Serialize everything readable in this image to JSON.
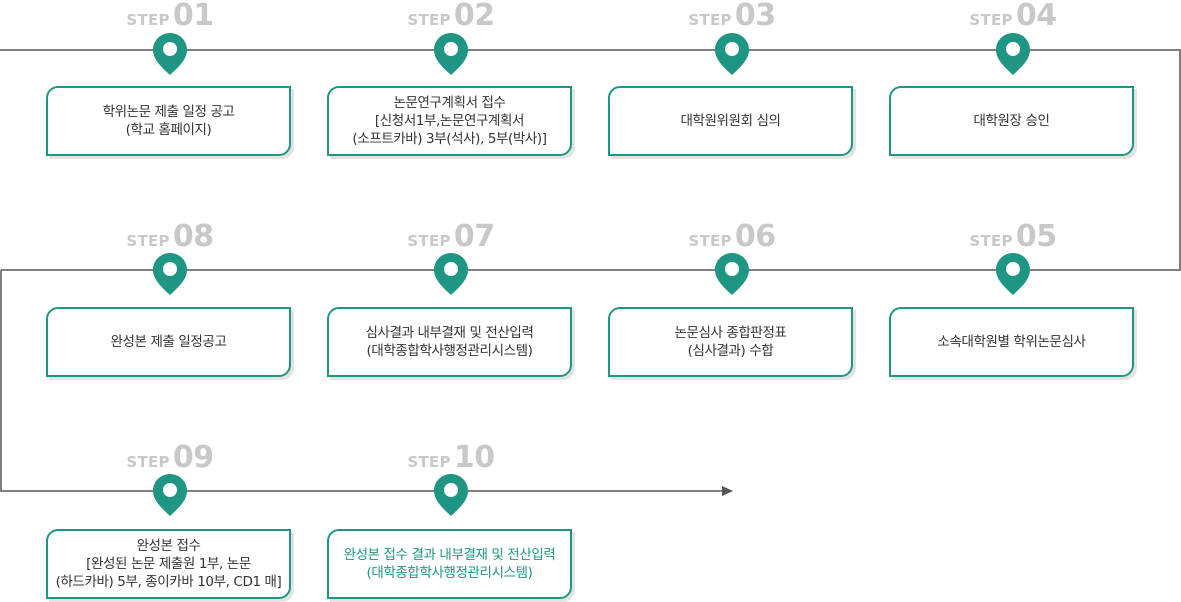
{
  "colors": {
    "accent": "#1f9583",
    "line": "#555555",
    "step_text": "#c8c8c8",
    "text": "#333333"
  },
  "icons": {
    "pin": "map-pin-icon",
    "arrow": "arrow-right-icon"
  },
  "step_word": "STEP",
  "steps": [
    {
      "num": "01",
      "text": "학위논문 제출 일정 공고\n(학교 홈페이지)",
      "highlight": false
    },
    {
      "num": "02",
      "text": "논문연구계획서 접수\n[신청서1부,논문연구계획서\n(소프트카바) 3부(석사), 5부(박사)]",
      "highlight": false
    },
    {
      "num": "03",
      "text": "대학원위원회 심의",
      "highlight": false
    },
    {
      "num": "04",
      "text": "대학원장 승인",
      "highlight": false
    },
    {
      "num": "05",
      "text": "소속대학원별 학위논문심사",
      "highlight": false
    },
    {
      "num": "06",
      "text": "논문심사 종합판정표\n(심사결과) 수합",
      "highlight": false
    },
    {
      "num": "07",
      "text": "심사결과 내부결재 및 전산입력\n(대학종합학사행정관리시스템)",
      "highlight": false
    },
    {
      "num": "08",
      "text": "완성본 제출 일정공고",
      "highlight": false
    },
    {
      "num": "09",
      "text": "완성본 접수\n[완성된 논문 제출원 1부, 논문\n(하드카바) 5부, 종이카바 10부, CD1 매]",
      "highlight": false
    },
    {
      "num": "10",
      "text": "완성본 접수 결과 내부결재 및 전산입력\n(대학종합학사행정관리시스템)",
      "highlight": true
    }
  ]
}
